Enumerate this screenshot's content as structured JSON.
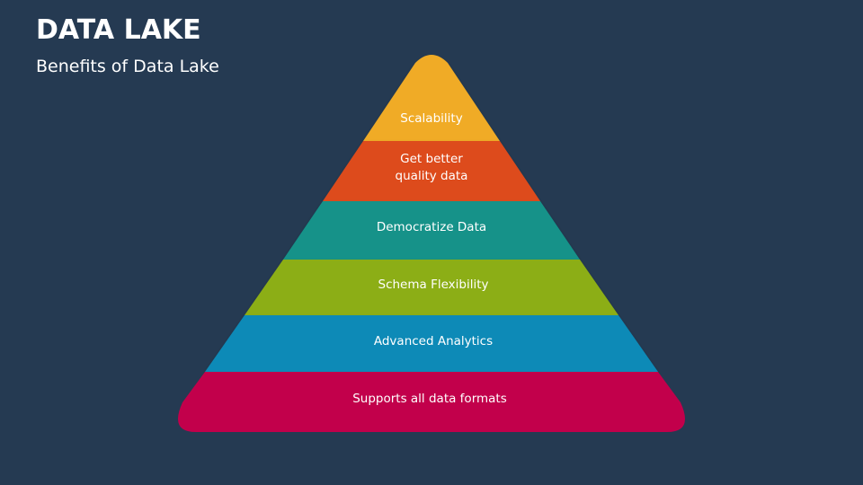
{
  "slide": {
    "title": "DATA LAKE",
    "subtitle": "Benefits of Data Lake"
  },
  "pyramid": {
    "tiers": [
      {
        "label": "Scalability",
        "color": "#f0ab27"
      },
      {
        "label": "Get better\nquality data",
        "color": "#dd4c1d"
      },
      {
        "label": "Democratize Data",
        "color": "#139289"
      },
      {
        "label": "Schema Flexibility",
        "color": "#8cae14"
      },
      {
        "label": "Advanced Analytics",
        "color": "#0e8ab7"
      },
      {
        "label": "Supports all data formats",
        "color": "#c2004b"
      }
    ]
  }
}
